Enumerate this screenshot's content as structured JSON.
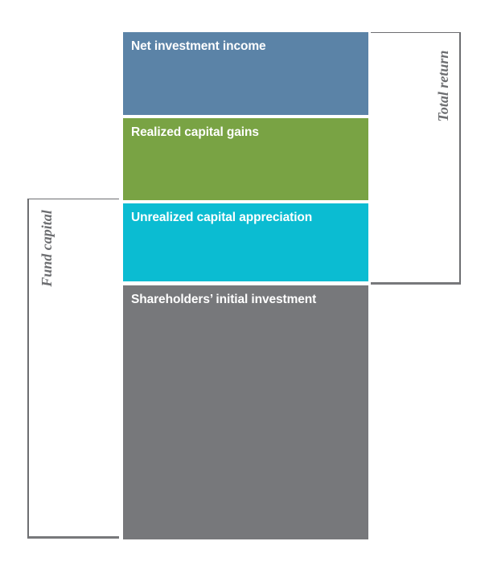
{
  "diagram": {
    "type": "stacked-concept-diagram",
    "background": "#ffffff",
    "segments": [
      {
        "id": "net-investment-income",
        "label": "Net investment income",
        "color": "#5b83a7"
      },
      {
        "id": "realized-capital-gains",
        "label": "Realized capital gains",
        "color": "#79a344"
      },
      {
        "id": "unrealized-capital-appreciation",
        "label": "Unrealized capital appreciation",
        "color": "#0bbcd2"
      },
      {
        "id": "shareholders-initial-investment",
        "label": "Shareholders’ initial investment",
        "color": "#77787b"
      }
    ],
    "segment_label_color": "#ffffff",
    "brackets": [
      {
        "id": "total-return",
        "label": "Total return",
        "side": "right",
        "covers": [
          "net-investment-income",
          "realized-capital-gains",
          "unrealized-capital-appreciation"
        ],
        "line_color": "#6d6e71"
      },
      {
        "id": "fund-capital",
        "label": "Fund capital",
        "side": "left",
        "covers": [
          "unrealized-capital-appreciation",
          "shareholders-initial-investment"
        ],
        "line_color": "#6d6e71"
      }
    ],
    "bracket_label_color": "#6d6e71"
  }
}
